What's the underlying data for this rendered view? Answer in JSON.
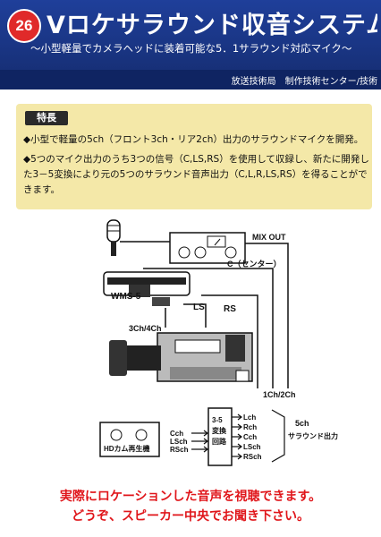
{
  "header": {
    "number": "26",
    "title": "Vロケサラウンド収音システム",
    "subtitle": "～小型軽量でカメラヘッドに装着可能な5．1サラウンド対応マイク～",
    "department": "放送技術局　制作技術センター/技術"
  },
  "features": {
    "tag": "特長",
    "bullets": [
      "◆小型で軽量の5ch（フロント3ch・リア2ch）出力のサラウンドマイクを開発。",
      "◆5つのマイク出力のうち3つの信号（C,LS,RS）を使用して収録し、新たに開発した3－5変換により元の5つのサラウンド音声出力（C,L,R,LS,RS）を得ることができます。"
    ]
  },
  "diagram": {
    "mix_out": "MIX OUT",
    "center": "C（センター）",
    "mic_model": "WMS-5",
    "ls": "LS",
    "rs": "RS",
    "ch34": "3Ch/4Ch",
    "ch12": "1Ch/2Ch",
    "hd_player": "HDカム再生機",
    "inputs": [
      "Cch",
      "LSch",
      "RSch"
    ],
    "converter": [
      "3-5",
      "変換",
      "回路"
    ],
    "outputs": [
      "Lch",
      "Rch",
      "Cch",
      "LSch",
      "RSch"
    ],
    "surround_out": [
      "5ch",
      "サラウンド出力"
    ]
  },
  "footer": {
    "line1": "実際にロケーションした音声を視聴できます。",
    "line2": "どうぞ、スピーカー中央でお聞き下さい。"
  }
}
